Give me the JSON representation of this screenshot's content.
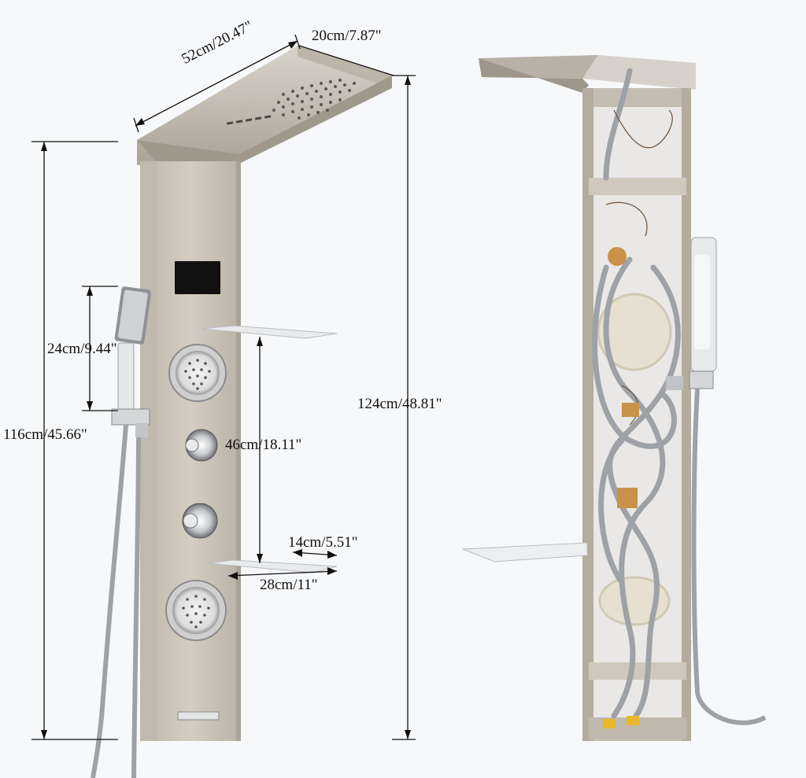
{
  "dimensions": {
    "top_length": "52cm/20.47\"",
    "top_width": "20cm/7.87\"",
    "handshower_height": "24cm/9.44\"",
    "total_left": "116cm/45.66\"",
    "shelf_spacing": "46cm/18.11\"",
    "total_right": "124cm/48.81\"",
    "shelf_depth": "14cm/5.51\"",
    "shelf_width": "28cm/11\""
  },
  "colors": {
    "steel": "#c9c2b6",
    "steel_dark": "#a79f92",
    "chrome": "#d9dcdf",
    "background": "#f7f8fa",
    "hose_gray": "#9ea2a6",
    "brass": "#c8924a"
  }
}
